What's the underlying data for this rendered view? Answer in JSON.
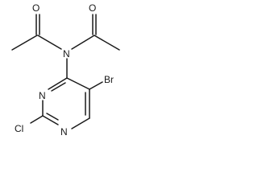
{
  "molecule": {
    "atoms": {
      "o_left": "O",
      "o_right": "O",
      "n_amide": "N",
      "br": "Br",
      "n_ring_upper": "N",
      "n_ring_lower": "N",
      "cl": "Cl"
    }
  }
}
